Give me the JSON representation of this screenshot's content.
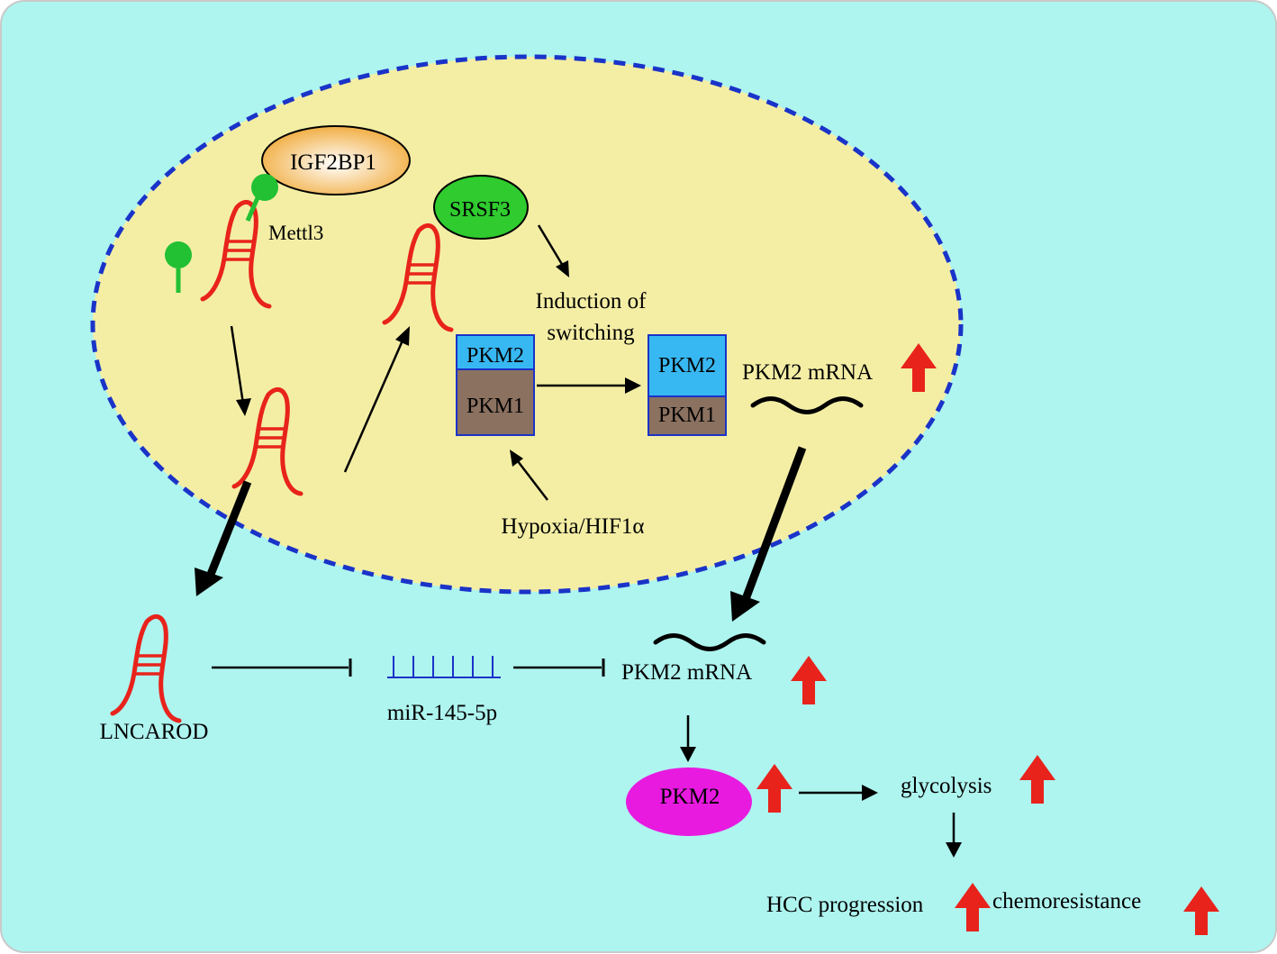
{
  "colors": {
    "cell_background": "#aef4ef",
    "nucleus_fill": "#f4eea5",
    "nucleus_border": "#1a33c8",
    "rna": "#e8231c",
    "up_arrow": "#e8231c",
    "m6a_mark": "#22c033",
    "igf2bp1": "#f0a733",
    "srsf3": "#2fcb2f",
    "pkm2_exon": "#38b8f2",
    "pkm1_exon": "#8b7160",
    "pkm2_protein": "#e81ae0",
    "mirna": "#1a33c8"
  },
  "icons": [
    "rna-hairpin-icon",
    "m6a-mark-icon",
    "up-arrow-icon",
    "mrna-wave-icon",
    "mirna-comb-icon"
  ],
  "nucleus": {
    "igf2bp1": "IGF2BP1",
    "mettl3": "Mettl3",
    "srsf3": "SRSF3",
    "induction_line1": "Induction of",
    "induction_line2": "switching",
    "pkm_box1_top": "PKM2",
    "pkm_box1_bottom": "PKM1",
    "pkm_box2_top": "PKM2",
    "pkm_box2_bottom": "PKM1",
    "pkm2_mrna": "PKM2 mRNA",
    "hypoxia": "Hypoxia/HIF1α"
  },
  "cytoplasm": {
    "lncarod": "LNCAROD",
    "mirna": "miR-145-5p",
    "pkm2_mrna": "PKM2 mRNA",
    "pkm2_protein": "PKM2",
    "glycolysis": "glycolysis",
    "hcc_progression": "HCC progression",
    "chemoresistance": "chemoresistance"
  }
}
